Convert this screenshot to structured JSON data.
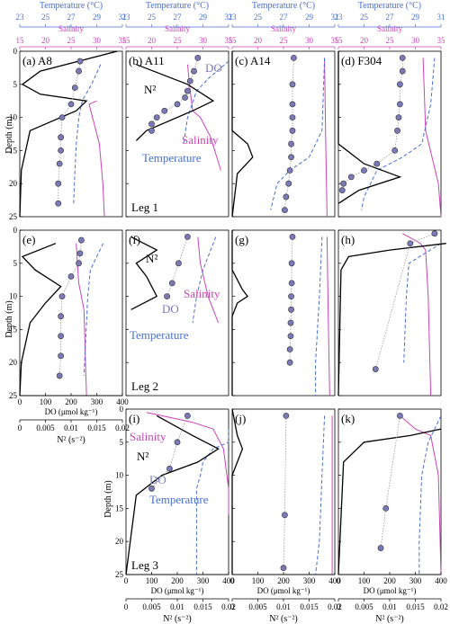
{
  "colors": {
    "temperature": "#4a6fd0",
    "salinity": "#cc44b8",
    "do_marker": "#7b79b8",
    "n2": "#000000",
    "gray": "#999999"
  },
  "top_axes": {
    "temperature_label": "Temperature (°C)",
    "temperature_ticks": [
      "23",
      "25",
      "27",
      "29",
      "31"
    ],
    "salinity_label": "Salinity",
    "salinity_ticks": [
      "15",
      "20",
      "25",
      "30",
      "35"
    ]
  },
  "bottom_axes": {
    "do_label": "DO (μmol kg⁻¹)",
    "do_ticks": [
      "0",
      "100",
      "200",
      "300",
      "400"
    ],
    "n2_label": "N² (s⁻²)",
    "n2_ticks": [
      "0",
      "0.005",
      "0.01",
      "0.015",
      "0.02"
    ]
  },
  "depth_label": "Depth (m)",
  "depth_ticks": [
    "0",
    "5",
    "10",
    "15",
    "20",
    "25"
  ],
  "legs": [
    "Leg 1",
    "Leg 2",
    "Leg 3"
  ],
  "annotations": {
    "do": "DO",
    "n2": "N²",
    "salinity": "Salinity",
    "temperature": "Temperature"
  },
  "chart_data": [
    {
      "id": "a",
      "label": "(a) A8",
      "type": "line",
      "ylim": [
        25,
        0
      ],
      "xlim_do": [
        0,
        400
      ],
      "xlim_n2": [
        0,
        0.02
      ],
      "xlim_temp": [
        23,
        31
      ],
      "xlim_sal": [
        15,
        35
      ],
      "temperature": [
        [
          29.3,
          2
        ],
        [
          28.6,
          5
        ],
        [
          28,
          7
        ],
        [
          27.8,
          8
        ],
        [
          27.6,
          10
        ],
        [
          27.4,
          14
        ],
        [
          27.3,
          18
        ],
        [
          27.2,
          23
        ]
      ],
      "salinity": [
        [
          30,
          7.5
        ],
        [
          28.5,
          8
        ],
        [
          30.5,
          14
        ],
        [
          31.2,
          20
        ],
        [
          31.5,
          25
        ]
      ],
      "do": [
        [
          235,
          1.5
        ],
        [
          230,
          3
        ],
        [
          215,
          5.5
        ],
        [
          200,
          8
        ],
        [
          165,
          10
        ],
        [
          160,
          13
        ],
        [
          160,
          15
        ],
        [
          155,
          17
        ],
        [
          150,
          20
        ],
        [
          150,
          23
        ]
      ],
      "n2": [
        [
          0.019,
          0
        ],
        [
          0.004,
          3
        ],
        [
          0.0005,
          5
        ],
        [
          0.004,
          6.5
        ],
        [
          0.013,
          7.5
        ],
        [
          0.011,
          9
        ],
        [
          0.002,
          12
        ],
        [
          0.0003,
          18
        ],
        [
          0,
          25
        ]
      ]
    },
    {
      "id": "b",
      "label": "(b) A11",
      "type": "line",
      "temperature": [
        [
          31,
          1.5
        ],
        [
          29.5,
          4
        ],
        [
          28.5,
          6
        ],
        [
          27.8,
          10
        ],
        [
          27.5,
          14
        ]
      ],
      "salinity": [
        [
          27,
          2
        ],
        [
          27.5,
          6
        ],
        [
          28,
          9
        ],
        [
          29.5,
          10
        ],
        [
          31.5,
          13
        ],
        [
          33.5,
          18
        ]
      ],
      "do": [
        [
          280,
          1
        ],
        [
          265,
          3
        ],
        [
          250,
          4.5
        ],
        [
          240,
          6
        ],
        [
          230,
          7
        ],
        [
          200,
          8
        ],
        [
          150,
          9
        ],
        [
          120,
          10
        ],
        [
          100,
          11
        ],
        [
          100,
          12
        ]
      ],
      "n2": [
        [
          0.002,
          2
        ],
        [
          0.012,
          5
        ],
        [
          0.017,
          7.5
        ],
        [
          0.013,
          9
        ],
        [
          0.004,
          12
        ],
        [
          0.002,
          13.5
        ]
      ]
    },
    {
      "id": "c",
      "label": "(c) A14",
      "type": "line",
      "temperature": [
        [
          30.2,
          1
        ],
        [
          30,
          12
        ],
        [
          29,
          16
        ],
        [
          27.5,
          18
        ],
        [
          26.5,
          20
        ],
        [
          26,
          24
        ]
      ],
      "salinity": [
        [
          33,
          1
        ],
        [
          33.2,
          12
        ],
        [
          33.5,
          25
        ]
      ],
      "do": [
        [
          240,
          1
        ],
        [
          235,
          5
        ],
        [
          235,
          8
        ],
        [
          235,
          10
        ],
        [
          235,
          12
        ],
        [
          230,
          14
        ],
        [
          230,
          16
        ],
        [
          225,
          18
        ],
        [
          220,
          20
        ],
        [
          210,
          22
        ],
        [
          205,
          24
        ]
      ],
      "n2": [
        [
          0,
          0
        ],
        [
          0,
          12
        ],
        [
          0.003,
          14
        ],
        [
          0.004,
          16
        ],
        [
          0.001,
          18.5
        ],
        [
          0,
          25
        ]
      ]
    },
    {
      "id": "d",
      "label": "(d) F304",
      "type": "line",
      "temperature": [
        [
          30.5,
          1
        ],
        [
          30.2,
          8
        ],
        [
          29.5,
          14
        ],
        [
          28,
          16
        ],
        [
          26,
          18
        ],
        [
          25,
          22
        ],
        [
          24.8,
          24
        ]
      ],
      "salinity": [
        [
          31.5,
          1
        ],
        [
          32,
          12
        ],
        [
          34.5,
          20
        ],
        [
          35,
          25
        ]
      ],
      "do": [
        [
          250,
          1
        ],
        [
          250,
          3
        ],
        [
          240,
          5
        ],
        [
          240,
          8
        ],
        [
          235,
          10
        ],
        [
          230,
          12
        ],
        [
          220,
          15
        ],
        [
          150,
          17
        ],
        [
          100,
          18
        ],
        [
          50,
          19
        ],
        [
          20,
          20
        ],
        [
          15,
          21
        ]
      ],
      "n2": [
        [
          0,
          0
        ],
        [
          0,
          14
        ],
        [
          0.005,
          17
        ],
        [
          0.012,
          19
        ],
        [
          0.004,
          21
        ],
        [
          0,
          23
        ]
      ]
    },
    {
      "id": "e",
      "label": "(e)",
      "type": "line",
      "temperature": [
        [
          29.5,
          2
        ],
        [
          28.5,
          6
        ],
        [
          28.3,
          10
        ],
        [
          28,
          22
        ]
      ],
      "salinity": [
        [
          26,
          2
        ],
        [
          26.5,
          8
        ],
        [
          27.5,
          12
        ],
        [
          28,
          25
        ]
      ],
      "do": [
        [
          240,
          1.5
        ],
        [
          235,
          3.5
        ],
        [
          230,
          5
        ],
        [
          200,
          7
        ],
        [
          165,
          10
        ],
        [
          160,
          13
        ],
        [
          160,
          16
        ],
        [
          160,
          19
        ],
        [
          155,
          22
        ]
      ],
      "n2": [
        [
          0.007,
          2
        ],
        [
          0.0005,
          4
        ],
        [
          0.003,
          6
        ],
        [
          0.008,
          8.5
        ],
        [
          0.005,
          11
        ],
        [
          0.002,
          14
        ],
        [
          0.0003,
          20
        ],
        [
          0,
          25
        ]
      ]
    },
    {
      "id": "f",
      "label": "(f)",
      "type": "line",
      "temperature": [
        [
          30,
          1
        ],
        [
          29,
          6
        ],
        [
          28.5,
          10
        ],
        [
          28.2,
          14
        ]
      ],
      "salinity": [
        [
          29,
          1
        ],
        [
          29.5,
          5
        ],
        [
          31,
          10
        ],
        [
          33,
          14
        ]
      ],
      "do": [
        [
          240,
          1
        ],
        [
          205,
          5
        ],
        [
          180,
          8
        ],
        [
          160,
          10
        ]
      ],
      "n2": [
        [
          0.001,
          1
        ],
        [
          0.006,
          3
        ],
        [
          0.002,
          5
        ],
        [
          0.004,
          7
        ],
        [
          0.006,
          10
        ],
        [
          0.001,
          12
        ]
      ]
    },
    {
      "id": "g",
      "label": "(g)",
      "type": "line",
      "temperature": [
        [
          30,
          1
        ],
        [
          29.8,
          10
        ],
        [
          29.5,
          20
        ],
        [
          29.5,
          25
        ]
      ],
      "salinity": [
        [
          33.5,
          1
        ],
        [
          33.7,
          12
        ],
        [
          34,
          25
        ]
      ],
      "do": [
        [
          235,
          1
        ],
        [
          232,
          5
        ],
        [
          232,
          8
        ],
        [
          230,
          10
        ],
        [
          230,
          12
        ],
        [
          228,
          14
        ],
        [
          228,
          16
        ],
        [
          225,
          18
        ],
        [
          225,
          20
        ]
      ],
      "n2": [
        [
          0,
          0
        ],
        [
          0,
          6
        ],
        [
          0.002,
          9
        ],
        [
          0.003,
          10
        ],
        [
          0.001,
          11
        ],
        [
          0,
          13
        ],
        [
          0,
          25
        ]
      ]
    },
    {
      "id": "h",
      "label": "(h)",
      "type": "line",
      "temperature": [
        [
          31,
          2
        ],
        [
          28.5,
          5
        ],
        [
          28.3,
          10
        ],
        [
          28.1,
          20
        ]
      ],
      "salinity": [
        [
          27.5,
          0.5
        ],
        [
          31,
          2
        ],
        [
          32,
          3
        ],
        [
          32.5,
          10
        ],
        [
          33,
          25
        ]
      ],
      "do": [
        [
          375,
          0.5
        ],
        [
          280,
          2
        ],
        [
          145,
          21
        ]
      ],
      "n2": [
        [
          0.021,
          2
        ],
        [
          0.01,
          3
        ],
        [
          0.002,
          4
        ],
        [
          0.0005,
          6
        ],
        [
          0,
          25
        ]
      ]
    },
    {
      "id": "i",
      "label": "(i)",
      "type": "line",
      "temperature": [
        [
          31,
          3
        ],
        [
          31,
          5
        ],
        [
          29.8,
          6
        ],
        [
          29,
          8
        ],
        [
          28.8,
          10
        ],
        [
          28.5,
          12
        ],
        [
          28.5,
          25
        ]
      ],
      "salinity": [
        [
          19,
          0.5
        ],
        [
          22,
          1
        ],
        [
          28,
          2
        ],
        [
          32,
          3
        ],
        [
          34,
          6
        ],
        [
          35,
          12
        ],
        [
          35,
          16
        ]
      ],
      "do": [
        [
          240,
          1
        ],
        [
          200,
          5
        ],
        [
          170,
          9
        ],
        [
          100,
          12
        ]
      ],
      "n2": [
        [
          0.006,
          1
        ],
        [
          0.013,
          4
        ],
        [
          0.018,
          6
        ],
        [
          0.014,
          8
        ],
        [
          0.007,
          10
        ],
        [
          0.002,
          13
        ],
        [
          0,
          25
        ]
      ]
    },
    {
      "id": "j",
      "label": "(j)",
      "type": "line",
      "temperature": [
        [
          30.2,
          1
        ],
        [
          30,
          10
        ],
        [
          29.8,
          20
        ],
        [
          29.5,
          25
        ]
      ],
      "salinity": [
        [
          34.5,
          1
        ],
        [
          34.5,
          25
        ]
      ],
      "do": [
        [
          210,
          1
        ],
        [
          205,
          16
        ],
        [
          200,
          24
        ]
      ],
      "n2": [
        [
          0,
          0
        ],
        [
          0.001,
          4
        ],
        [
          0.002,
          6
        ],
        [
          0.001,
          8
        ],
        [
          0,
          10
        ],
        [
          0,
          25
        ]
      ]
    },
    {
      "id": "k",
      "label": "(k)",
      "type": "line",
      "temperature": [
        [
          31,
          1
        ],
        [
          30,
          5
        ],
        [
          29.5,
          10
        ],
        [
          29.3,
          20
        ],
        [
          29.3,
          25
        ]
      ],
      "salinity": [
        [
          27,
          1
        ],
        [
          30,
          3
        ],
        [
          33,
          4
        ],
        [
          34.5,
          10
        ],
        [
          35,
          25
        ]
      ],
      "do": [
        [
          240,
          1
        ],
        [
          185,
          15
        ],
        [
          165,
          21
        ]
      ],
      "n2": [
        [
          0.02,
          3
        ],
        [
          0.014,
          4
        ],
        [
          0.005,
          5
        ],
        [
          0.001,
          8
        ],
        [
          0,
          25
        ]
      ]
    }
  ]
}
